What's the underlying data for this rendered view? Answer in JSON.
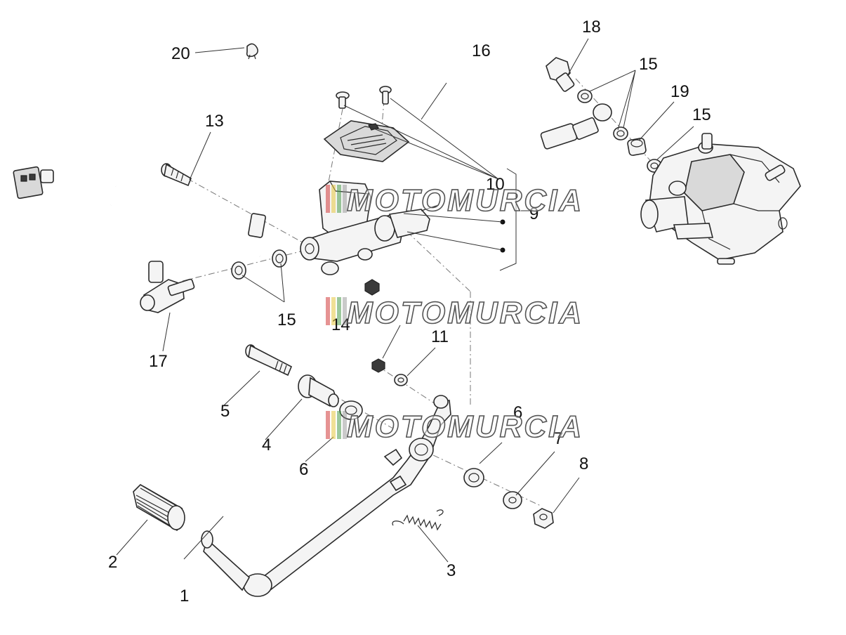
{
  "callouts": [
    {
      "id": "c1",
      "label": "1"
    },
    {
      "id": "c2",
      "label": "2"
    },
    {
      "id": "c3",
      "label": "3"
    },
    {
      "id": "c4",
      "label": "4"
    },
    {
      "id": "c5",
      "label": "5"
    },
    {
      "id": "c6a",
      "label": "6"
    },
    {
      "id": "c6b",
      "label": "6"
    },
    {
      "id": "c7",
      "label": "7"
    },
    {
      "id": "c8",
      "label": "8"
    },
    {
      "id": "c9",
      "label": "9"
    },
    {
      "id": "c10",
      "label": "10"
    },
    {
      "id": "c11",
      "label": "11"
    },
    {
      "id": "c13",
      "label": "13"
    },
    {
      "id": "c14",
      "label": "14"
    },
    {
      "id": "c15a",
      "label": "15"
    },
    {
      "id": "c15b",
      "label": "15"
    },
    {
      "id": "c15c",
      "label": "15"
    },
    {
      "id": "c16",
      "label": "16"
    },
    {
      "id": "c17",
      "label": "17"
    },
    {
      "id": "c18",
      "label": "18"
    },
    {
      "id": "c19",
      "label": "19"
    },
    {
      "id": "c20",
      "label": "20"
    }
  ],
  "watermark": {
    "text": "MOTOMURCIA",
    "colors": {
      "red": "#d23b3b",
      "yellow": "#e6c640",
      "green": "#4a9a4a"
    }
  }
}
